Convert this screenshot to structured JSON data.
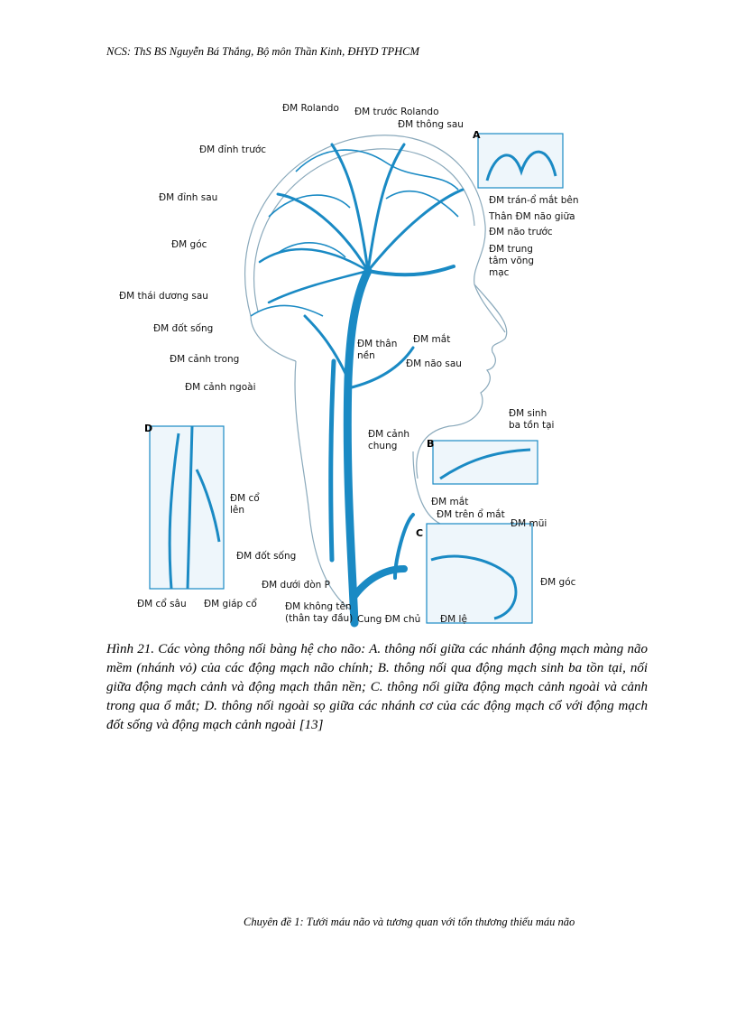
{
  "header": "NCS: ThS BS Nguyễn Bá Thắng, Bộ môn Thần Kinh, ĐHYD TPHCM",
  "figure": {
    "panels": [
      "A",
      "B",
      "C",
      "D"
    ],
    "labels": {
      "dm_rolando": "ĐM Rolando",
      "dm_truoc_rolando": "ĐM trước Rolando",
      "dm_thong_sau": "ĐM thông sau",
      "dm_dinh_truoc": "ĐM đỉnh trước",
      "dm_dinh_sau": "ĐM đỉnh sau",
      "dm_goc": "ĐM góc",
      "dm_thai_duong_sau": "ĐM thái dương sau",
      "dm_dot_song": "ĐM đốt sống",
      "dm_canh_trong": "ĐM cảnh trong",
      "dm_canh_ngoai": "ĐM cảnh ngoài",
      "dm_tran_o_mat_ben": "ĐM trán-ổ mắt bên",
      "than_dm_nao_giua": "Thân ĐM não giữa",
      "dm_nao_truoc": "ĐM não trước",
      "dm_trung_tam_vong_mac": "ĐM trung\ntâm võng\nmạc",
      "dm_mat": "ĐM mắt",
      "dm_than_nen": "ĐM thân\nnền",
      "dm_nao_sau": "ĐM não sau",
      "dm_canh_chung": "ĐM cảnh\nchung",
      "dm_sinh_ba_ton_tai": "ĐM sinh\nba tồn tại",
      "dm_co_len": "ĐM cổ\nlên",
      "dm_dot_song_d": "ĐM đốt sống",
      "dm_mat_c": "ĐM mắt",
      "dm_tren_o_mat": "ĐM trên ổ mắt",
      "dm_mui": "ĐM mũi",
      "dm_goc_c": "ĐM góc",
      "dm_duoi_don_p": "ĐM dưới đòn P",
      "dm_khong_ten": "ĐM không tên\n(thân tay đầu)",
      "cung_dm_chu": "Cung ĐM chủ",
      "dm_le": "ĐM lệ",
      "dm_co_sau": "ĐM cổ sâu",
      "dm_giap_co": "ĐM giáp cổ"
    },
    "colors": {
      "vessel": "#1a8ac4",
      "vessel_light": "#8fc8e6",
      "outline": "#7a9aae"
    }
  },
  "caption": "Hình 21. Các vòng thông nối bàng hệ cho não: A. thông nối giữa các nhánh động mạch màng não  mềm (nhánh vỏ) của các động mạch não chính; B. thông nối qua động mạch sinh ba tồn tại, nối giữa động mạch cảnh và động mạch thân nền; C. thông nối giữa động mạch cảnh  ngoài  và cảnh trong qua ổ mắt; D. thông nối ngoài sọ giữa các nhánh cơ của các động mạch cổ với động mạch đốt sống và động mạch cảnh ngoài [13]",
  "footer": "Chuyên đề 1: Tưới máu não và tương quan với tổn thương thiếu máu não"
}
